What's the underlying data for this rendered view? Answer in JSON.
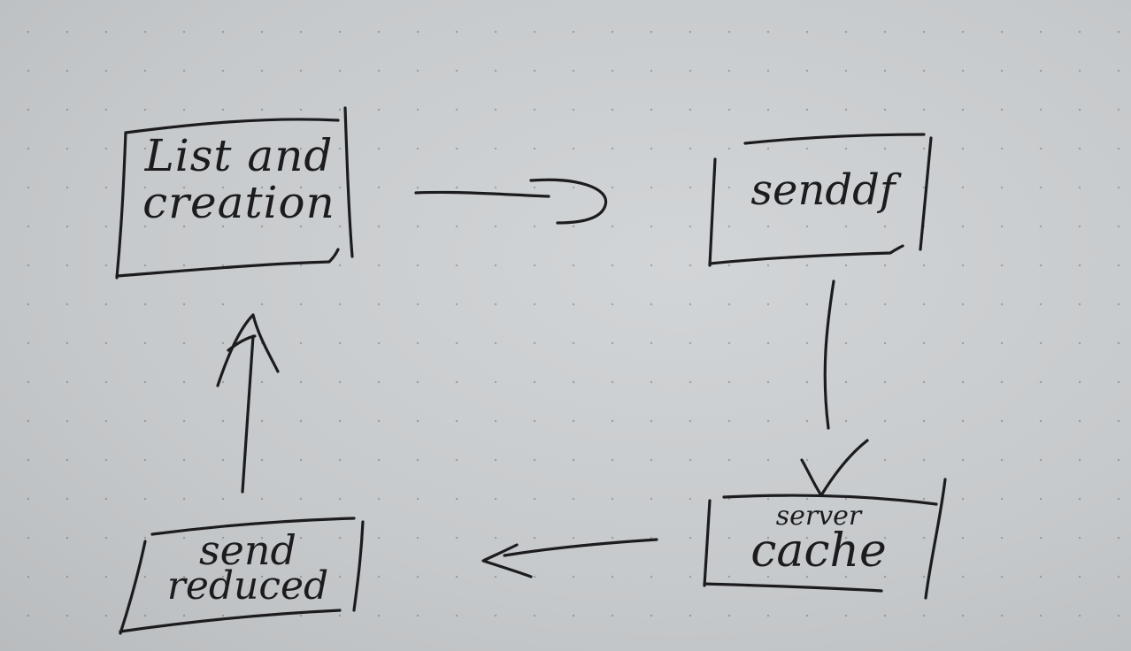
{
  "nodes": {
    "list_creation": {
      "line1": "List and",
      "line2": "creation"
    },
    "senddf": {
      "line1": "senddf"
    },
    "server_cache": {
      "line1": "server",
      "line2": "cache"
    },
    "send_reduced": {
      "line1": "send",
      "line2": "reduced"
    }
  },
  "edges": [
    {
      "from": "List and creation",
      "to": "senddf"
    },
    {
      "from": "senddf",
      "to": "server cache"
    },
    {
      "from": "server cache",
      "to": "send reduced"
    },
    {
      "from": "send reduced",
      "to": "List and creation"
    }
  ],
  "colors": {
    "ink": "#1c1c1e",
    "paper": "#c9ccce"
  }
}
